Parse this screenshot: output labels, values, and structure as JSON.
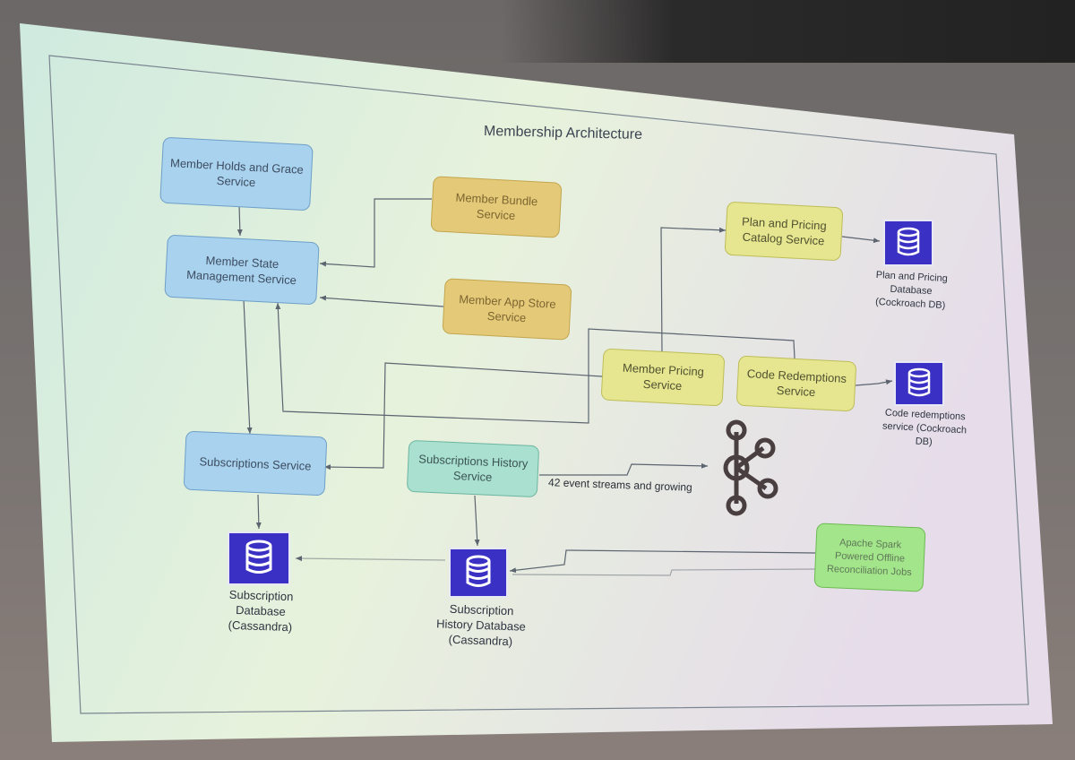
{
  "diagram": {
    "title": "Membership Architecture",
    "nodes": {
      "holds": "Member Holds and Grace Service",
      "state": "Member State Management Service",
      "bundle": "Member Bundle Service",
      "appstore": "Member App Store Service",
      "plan_catalog": "Plan and Pricing Catalog Service",
      "pricing": "Member Pricing Service",
      "code_redemptions": "Code Redemptions Service",
      "subscriptions": "Subscriptions Service",
      "sub_history": "Subscriptions History Service",
      "spark": "Apache Spark Powered Offline Reconciliation Jobs"
    },
    "databases": {
      "plan_db": "Plan and Pricing Database (Cockroach DB)",
      "code_db": "Code redemptions service (Cockroach DB)",
      "sub_db": "Subscription Database (Cassandra)",
      "hist_db": "Subscription History Database (Cassandra)"
    },
    "stream_label": "42 event streams and growing",
    "kafka_icon": "kafka-icon",
    "db_icon": "database-icon",
    "colors": {
      "blue": "#a9d2ee",
      "gold": "#e4c978",
      "yellow": "#e6e690",
      "teal": "#a9e0d0",
      "green": "#a3e58a",
      "db": "#3b30c4",
      "line": "#5c6470"
    }
  }
}
